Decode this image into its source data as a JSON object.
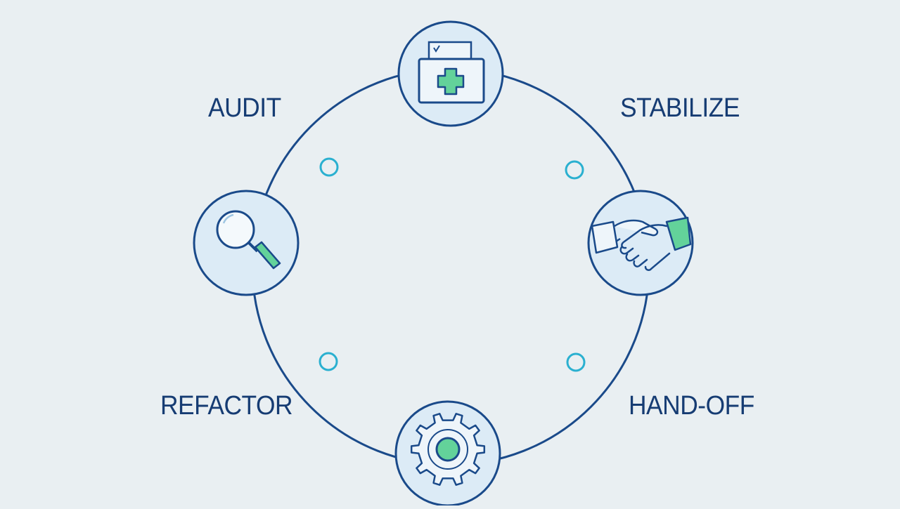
{
  "labels": {
    "audit": "AUDIT",
    "stabilize": "STABILIZE",
    "refactor": "REFACTOR",
    "handoff": "HAND-OFF"
  },
  "icons": {
    "top": "medical-kit-icon",
    "left": "magnifying-glass-icon",
    "right": "handshake-icon",
    "bottom": "gear-icon"
  },
  "colors": {
    "background": "#e9eff2",
    "ring": "#1a4a8a",
    "node_fill": "#dcebf6",
    "accent_green": "#63d29a",
    "dot": "#2ab0d0"
  }
}
